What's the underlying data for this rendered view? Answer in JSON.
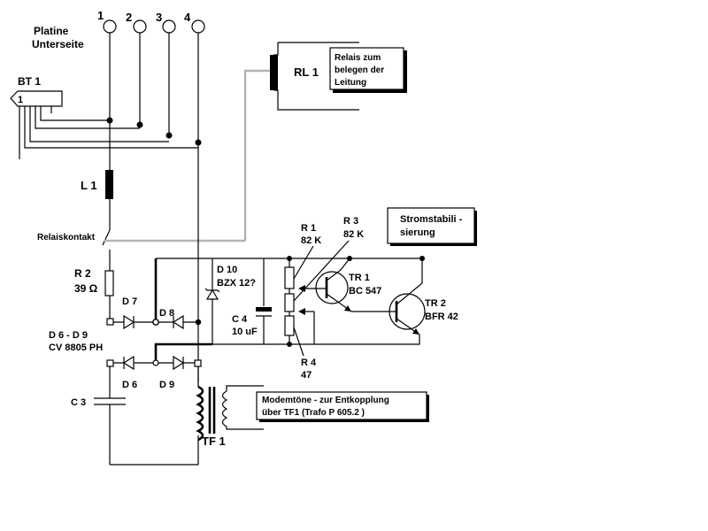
{
  "terminals": [
    "1",
    "2",
    "3",
    "4"
  ],
  "board_label": [
    "Platine",
    "Unterseite"
  ],
  "connector": {
    "name": "BT 1",
    "pin": "1"
  },
  "relay": {
    "name": "RL 1",
    "note": [
      "Relais zum",
      "belegen der",
      "Leitung"
    ]
  },
  "inductor": "L 1",
  "relay_contact": "Relaiskontakt",
  "r2": {
    "name": "R 2",
    "value": "39 Ω"
  },
  "diodes": {
    "d7": "D 7",
    "d8": "D 8",
    "d6": "D 6",
    "d9": "D 9",
    "range": "D 6  -  D 9",
    "type": "CV 8805 PH"
  },
  "c3": "C 3",
  "transformer": "TF 1",
  "d10": {
    "name": "D 10",
    "type": "BZX 12?"
  },
  "c4": {
    "name": "C 4",
    "value": "10 uF"
  },
  "r1": {
    "name": "R 1",
    "value": "82 K"
  },
  "r3": {
    "name": "R 3",
    "value": "82 K"
  },
  "r4": {
    "name": "R 4",
    "value": "47"
  },
  "tr1": {
    "name": "TR 1",
    "type": "BC 547"
  },
  "tr2": {
    "name": "TR 2",
    "type": "BFR 42"
  },
  "stabilization_note": [
    "Stromstabili -",
    "sierung"
  ],
  "modem_note": [
    "Modemtöne - zur Entkopplung",
    "über TF1 (Trafo P 605.2 )"
  ],
  "colors": {
    "wire": "#000000",
    "relay_link": "#b3b3b3",
    "background": "#ffffff"
  }
}
